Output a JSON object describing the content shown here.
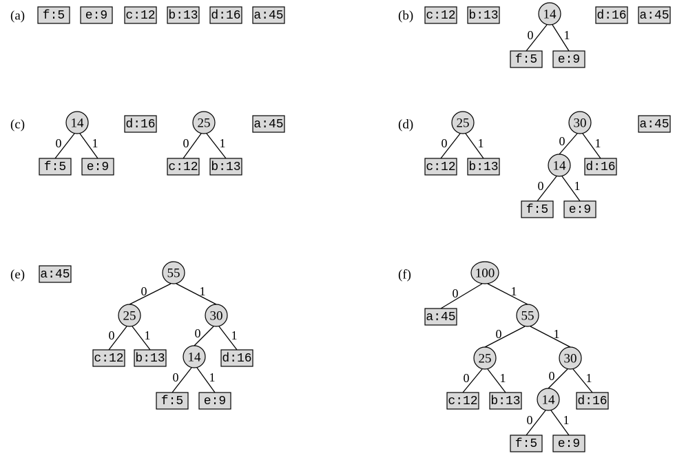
{
  "panels": [
    {
      "label": "(a)",
      "nodes": [
        {
          "id": "f",
          "text": "f:5",
          "type": "leaf"
        },
        {
          "id": "e",
          "text": "e:9",
          "type": "leaf"
        },
        {
          "id": "c",
          "text": "c:12",
          "type": "leaf"
        },
        {
          "id": "b",
          "text": "b:13",
          "type": "leaf"
        },
        {
          "id": "d",
          "text": "d:16",
          "type": "leaf"
        },
        {
          "id": "a",
          "text": "a:45",
          "type": "leaf"
        }
      ],
      "edges": []
    },
    {
      "label": "(b)",
      "nodes": [
        {
          "id": "c",
          "text": "c:12",
          "type": "leaf"
        },
        {
          "id": "b",
          "text": "b:13",
          "type": "leaf"
        },
        {
          "id": "n14",
          "text": "14",
          "type": "inner"
        },
        {
          "id": "f",
          "text": "f:5",
          "type": "leaf"
        },
        {
          "id": "e",
          "text": "e:9",
          "type": "leaf"
        },
        {
          "id": "d",
          "text": "d:16",
          "type": "leaf"
        },
        {
          "id": "a",
          "text": "a:45",
          "type": "leaf"
        }
      ],
      "edges": [
        {
          "from": "n14",
          "to": "f",
          "bit": "0"
        },
        {
          "from": "n14",
          "to": "e",
          "bit": "1"
        }
      ]
    },
    {
      "label": "(c)",
      "nodes": [
        {
          "id": "n14",
          "text": "14",
          "type": "inner"
        },
        {
          "id": "f",
          "text": "f:5",
          "type": "leaf"
        },
        {
          "id": "e",
          "text": "e:9",
          "type": "leaf"
        },
        {
          "id": "d",
          "text": "d:16",
          "type": "leaf"
        },
        {
          "id": "n25",
          "text": "25",
          "type": "inner"
        },
        {
          "id": "c",
          "text": "c:12",
          "type": "leaf"
        },
        {
          "id": "b",
          "text": "b:13",
          "type": "leaf"
        },
        {
          "id": "a",
          "text": "a:45",
          "type": "leaf"
        }
      ],
      "edges": [
        {
          "from": "n14",
          "to": "f",
          "bit": "0"
        },
        {
          "from": "n14",
          "to": "e",
          "bit": "1"
        },
        {
          "from": "n25",
          "to": "c",
          "bit": "0"
        },
        {
          "from": "n25",
          "to": "b",
          "bit": "1"
        }
      ]
    },
    {
      "label": "(d)",
      "nodes": [
        {
          "id": "n25",
          "text": "25",
          "type": "inner"
        },
        {
          "id": "c",
          "text": "c:12",
          "type": "leaf"
        },
        {
          "id": "b",
          "text": "b:13",
          "type": "leaf"
        },
        {
          "id": "n30",
          "text": "30",
          "type": "inner"
        },
        {
          "id": "n14",
          "text": "14",
          "type": "inner"
        },
        {
          "id": "d",
          "text": "d:16",
          "type": "leaf"
        },
        {
          "id": "f",
          "text": "f:5",
          "type": "leaf"
        },
        {
          "id": "e",
          "text": "e:9",
          "type": "leaf"
        },
        {
          "id": "a",
          "text": "a:45",
          "type": "leaf"
        }
      ],
      "edges": [
        {
          "from": "n25",
          "to": "c",
          "bit": "0"
        },
        {
          "from": "n25",
          "to": "b",
          "bit": "1"
        },
        {
          "from": "n30",
          "to": "n14",
          "bit": "0"
        },
        {
          "from": "n30",
          "to": "d",
          "bit": "1"
        },
        {
          "from": "n14",
          "to": "f",
          "bit": "0"
        },
        {
          "from": "n14",
          "to": "e",
          "bit": "1"
        }
      ]
    },
    {
      "label": "(e)",
      "nodes": [
        {
          "id": "a",
          "text": "a:45",
          "type": "leaf"
        },
        {
          "id": "n55",
          "text": "55",
          "type": "inner"
        },
        {
          "id": "n25",
          "text": "25",
          "type": "inner"
        },
        {
          "id": "n30",
          "text": "30",
          "type": "inner"
        },
        {
          "id": "c",
          "text": "c:12",
          "type": "leaf"
        },
        {
          "id": "b",
          "text": "b:13",
          "type": "leaf"
        },
        {
          "id": "n14",
          "text": "14",
          "type": "inner"
        },
        {
          "id": "d",
          "text": "d:16",
          "type": "leaf"
        },
        {
          "id": "f",
          "text": "f:5",
          "type": "leaf"
        },
        {
          "id": "e",
          "text": "e:9",
          "type": "leaf"
        }
      ],
      "edges": [
        {
          "from": "n55",
          "to": "n25",
          "bit": "0"
        },
        {
          "from": "n55",
          "to": "n30",
          "bit": "1"
        },
        {
          "from": "n25",
          "to": "c",
          "bit": "0"
        },
        {
          "from": "n25",
          "to": "b",
          "bit": "1"
        },
        {
          "from": "n30",
          "to": "n14",
          "bit": "0"
        },
        {
          "from": "n30",
          "to": "d",
          "bit": "1"
        },
        {
          "from": "n14",
          "to": "f",
          "bit": "0"
        },
        {
          "from": "n14",
          "to": "e",
          "bit": "1"
        }
      ]
    },
    {
      "label": "(f)",
      "nodes": [
        {
          "id": "n100",
          "text": "100",
          "type": "inner"
        },
        {
          "id": "a",
          "text": "a:45",
          "type": "leaf"
        },
        {
          "id": "n55",
          "text": "55",
          "type": "inner"
        },
        {
          "id": "n25",
          "text": "25",
          "type": "inner"
        },
        {
          "id": "n30",
          "text": "30",
          "type": "inner"
        },
        {
          "id": "c",
          "text": "c:12",
          "type": "leaf"
        },
        {
          "id": "b",
          "text": "b:13",
          "type": "leaf"
        },
        {
          "id": "n14",
          "text": "14",
          "type": "inner"
        },
        {
          "id": "d",
          "text": "d:16",
          "type": "leaf"
        },
        {
          "id": "f",
          "text": "f:5",
          "type": "leaf"
        },
        {
          "id": "e",
          "text": "e:9",
          "type": "leaf"
        }
      ],
      "edges": [
        {
          "from": "n100",
          "to": "a",
          "bit": "0"
        },
        {
          "from": "n100",
          "to": "n55",
          "bit": "1"
        },
        {
          "from": "n55",
          "to": "n25",
          "bit": "0"
        },
        {
          "from": "n55",
          "to": "n30",
          "bit": "1"
        },
        {
          "from": "n25",
          "to": "c",
          "bit": "0"
        },
        {
          "from": "n25",
          "to": "b",
          "bit": "1"
        },
        {
          "from": "n30",
          "to": "n14",
          "bit": "0"
        },
        {
          "from": "n30",
          "to": "d",
          "bit": "1"
        },
        {
          "from": "n14",
          "to": "f",
          "bit": "0"
        },
        {
          "from": "n14",
          "to": "e",
          "bit": "1"
        }
      ]
    }
  ]
}
